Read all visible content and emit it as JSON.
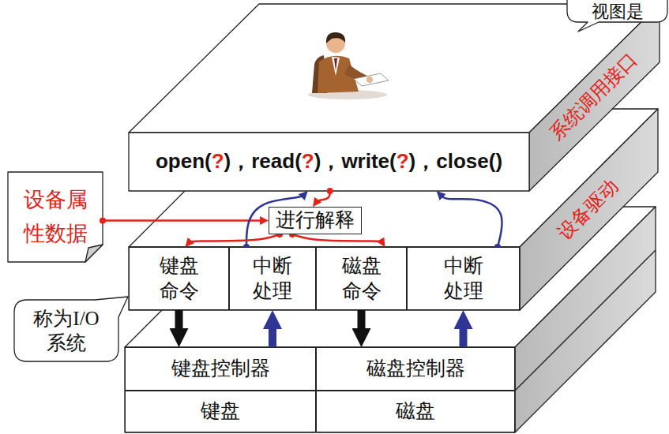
{
  "diagram": {
    "nodes": [
      {
        "text": [
          "视图是"
        ]
      },
      {
        "text": [
          "open(?)，read(?)，write(?)，close()",
          "系统调用接口"
        ]
      },
      {
        "text": [
          "设备驱动"
        ]
      },
      {
        "text": [
          "进行解释"
        ],
        "in": 2
      },
      {
        "text": [
          "键盘 命令"
        ],
        "in": 2
      },
      {
        "text": [
          "中断 处理"
        ],
        "in": 2
      },
      {
        "text": [
          "磁盘 命令"
        ],
        "in": 2
      },
      {
        "text": [
          "中断 处理"
        ],
        "in": 2
      },
      {
        "text": [
          "键盘控制器"
        ]
      },
      {
        "text": [
          "磁盘控制器"
        ]
      },
      {
        "text": [
          "键盘"
        ]
      },
      {
        "text": [
          "磁盘"
        ]
      },
      {
        "text": [
          "设备属 性数据"
        ]
      },
      {
        "text": [
          "称为I/O 系统"
        ]
      }
    ],
    "edges": [
      {
        "from": 12,
        "to": 3,
        "arrow": "to"
      },
      {
        "from": 5,
        "to": 1,
        "arrow": "to"
      },
      {
        "from": 7,
        "to": 1,
        "arrow": "to"
      },
      {
        "from": 1,
        "to": 3,
        "arrow": "to"
      },
      {
        "from": 3,
        "to": 4,
        "arrow": "to"
      },
      {
        "from": 3,
        "to": 6,
        "arrow": "to"
      },
      {
        "from": 4,
        "to": 8,
        "arrow": "to"
      },
      {
        "from": 8,
        "to": 5,
        "arrow": "to"
      },
      {
        "from": 6,
        "to": 9,
        "arrow": "to"
      },
      {
        "from": 9,
        "to": 7,
        "arrow": "to"
      }
    ]
  }
}
